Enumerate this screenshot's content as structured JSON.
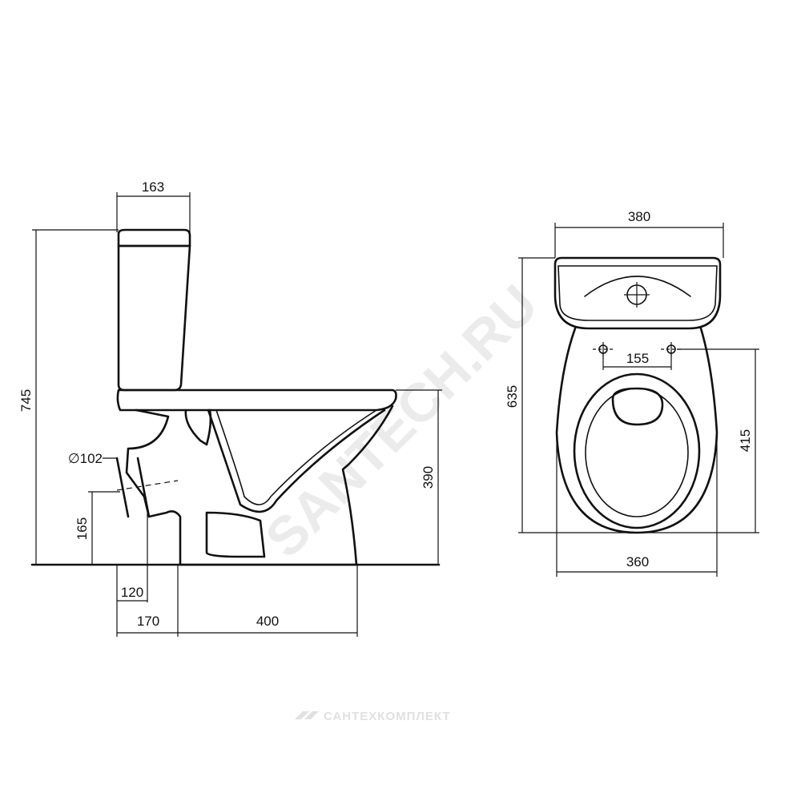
{
  "side_view": {
    "tank_depth": "163",
    "total_height": "745",
    "outlet_diameter": "∅102",
    "outlet_height": "165",
    "outlet_offset": "120",
    "outlet_distance": "170",
    "base_length": "400",
    "bowl_height": "390"
  },
  "top_view": {
    "tank_width": "380",
    "total_depth": "635",
    "mount_spacing": "155",
    "mount_to_front": "415",
    "bowl_width": "360"
  },
  "watermark": {
    "diagonal": "SANTECH.RU",
    "footer": "САНТЕХКОМПЛЕКТ"
  }
}
